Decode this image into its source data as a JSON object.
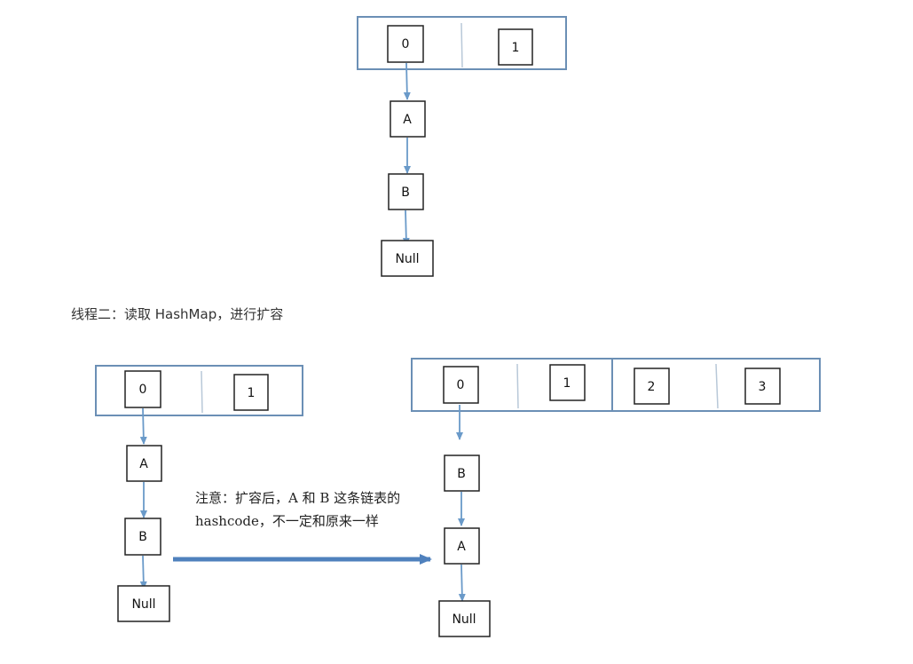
{
  "colors": {
    "array_border": "#6b8fb5",
    "box_border": "#222222",
    "arrow": "#6a9ac9",
    "big_arrow": "#4f81bd",
    "text": "#222222"
  },
  "top": {
    "slots": [
      "0",
      "1"
    ],
    "nodes": [
      "A",
      "B",
      "Null"
    ]
  },
  "caption": "线程二：读取 HashMap，进行扩容",
  "left": {
    "slots": [
      "0",
      "1"
    ],
    "nodes": [
      "A",
      "B",
      "Null"
    ]
  },
  "right": {
    "slots": [
      "0",
      "1",
      "2",
      "3"
    ],
    "nodes": [
      "B",
      "A",
      "Null"
    ]
  },
  "note": {
    "line1": "注意：扩容后，A 和 B 这条链表的",
    "line2": "hashcode，不一定和原来一样"
  }
}
